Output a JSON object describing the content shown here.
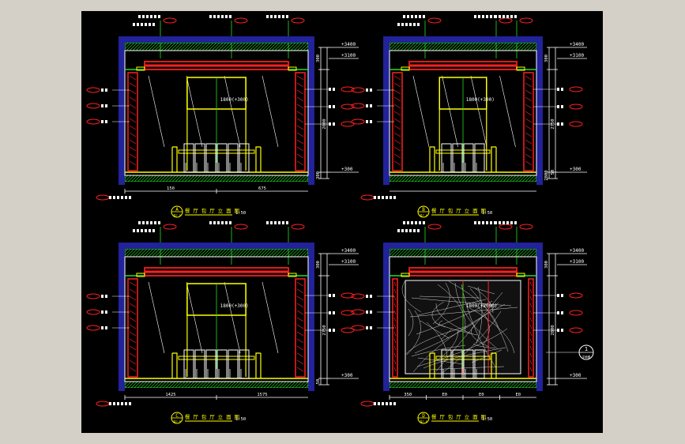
{
  "colors": {
    "frame": "#22229a",
    "wall": "#ffffff",
    "red": "#ff2020",
    "green": "#22dd22",
    "yellow": "#ffff00",
    "cyan": "#00e0e0",
    "magenta": "#ff00ff",
    "ceilingRed": "#e01818"
  },
  "elevations": [
    {
      "letter": "A",
      "title": "餐 厅 包 厅 立 面 图",
      "scale": "1:50",
      "sub": "装7-8",
      "levels": [
        "+3400",
        "+3100",
        "+300"
      ],
      "verticalDims": [
        "300",
        "2800",
        "300"
      ],
      "bottomDims": [
        "150",
        "675"
      ],
      "screenLabel": "1800(+300)"
    },
    {
      "letter": "B",
      "title": "餐 厅 包 厅 立 面 图",
      "scale": "1:50",
      "sub": "装7-8",
      "levels": [
        "+3400",
        "+3100",
        "+300"
      ],
      "verticalDims": [
        "300",
        "2750",
        "2800",
        "50"
      ],
      "bottomDims": [],
      "screenLabel": "1800(+300)"
    },
    {
      "letter": "C",
      "title": "餐 厅 包 厅 立 面 图",
      "scale": "1:50",
      "sub": "装7-8",
      "levels": [
        "+3400",
        "+3100",
        "+300"
      ],
      "verticalDims": [
        "300",
        "2750",
        "50"
      ],
      "bottomDims": [
        "1425",
        "1575"
      ],
      "screenLabel": "1800(+300)"
    },
    {
      "letter": "D",
      "title": "餐 厅 包 厅 立 面 图",
      "scale": "1:50",
      "sub": "装7-8",
      "levels": [
        "+3400",
        "+3100",
        "+300"
      ],
      "verticalDims": [
        "300",
        "2800"
      ],
      "bottomDims": [
        "350",
        "E0",
        "E0",
        "E0"
      ],
      "screenLabel": "1800(+2000)"
    }
  ],
  "marker": {
    "label": "1",
    "sub": "平面图"
  }
}
